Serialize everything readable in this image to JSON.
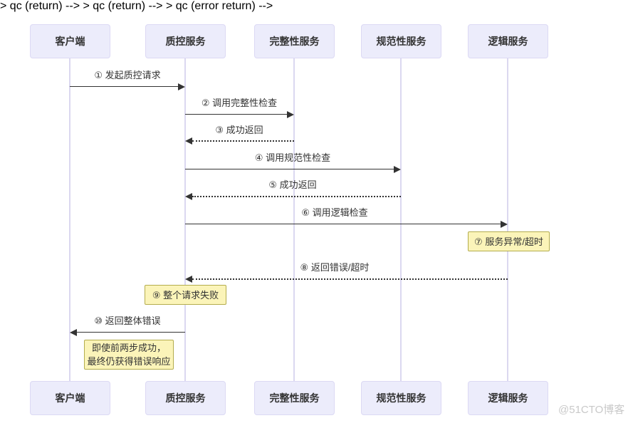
{
  "diagram": {
    "type": "sequence-diagram",
    "participants": [
      {
        "id": "client",
        "label": "客户端"
      },
      {
        "id": "qc",
        "label": "质控服务"
      },
      {
        "id": "integrity",
        "label": "完整性服务"
      },
      {
        "id": "norm",
        "label": "规范性服务"
      },
      {
        "id": "logic",
        "label": "逻辑服务"
      }
    ],
    "messages": [
      {
        "label": "① 发起质控请求",
        "from": "客户端",
        "to": "质控服务",
        "line": "solid"
      },
      {
        "label": "② 调用完整性检查",
        "from": "质控服务",
        "to": "完整性服务",
        "line": "solid"
      },
      {
        "label": "③ 成功返回",
        "from": "完整性服务",
        "to": "质控服务",
        "line": "dotted"
      },
      {
        "label": "④ 调用规范性检查",
        "from": "质控服务",
        "to": "规范性服务",
        "line": "solid"
      },
      {
        "label": "⑤ 成功返回",
        "from": "规范性服务",
        "to": "质控服务",
        "line": "dotted"
      },
      {
        "label": "⑥ 调用逻辑检查",
        "from": "质控服务",
        "to": "逻辑服务",
        "line": "solid"
      },
      {
        "label": "⑧ 返回错误/超时",
        "from": "逻辑服务",
        "to": "质控服务",
        "line": "dotted"
      },
      {
        "label": "⑩ 返回整体错误",
        "from": "质控服务",
        "to": "客户端",
        "line": "solid"
      }
    ],
    "notes": [
      {
        "label": "⑦ 服务异常/超时",
        "over": "逻辑服务"
      },
      {
        "label": "⑨ 整个请求失败",
        "over": "质控服务"
      },
      {
        "lines": [
          "即使前两步成功，",
          "最终仍获得错误响应"
        ],
        "over": "客户端 与 质控服务"
      }
    ],
    "colors": {
      "participant_fill": "#ececfb",
      "participant_border": "#dcd9f4",
      "lifeline": "#dbd8f0",
      "message_line": "#333333",
      "note_fill": "#fbf4b9",
      "note_border": "#b4ad4d",
      "watermark": "#c9c9c9"
    }
  },
  "watermark": {
    "text": "@51CTO博客"
  }
}
